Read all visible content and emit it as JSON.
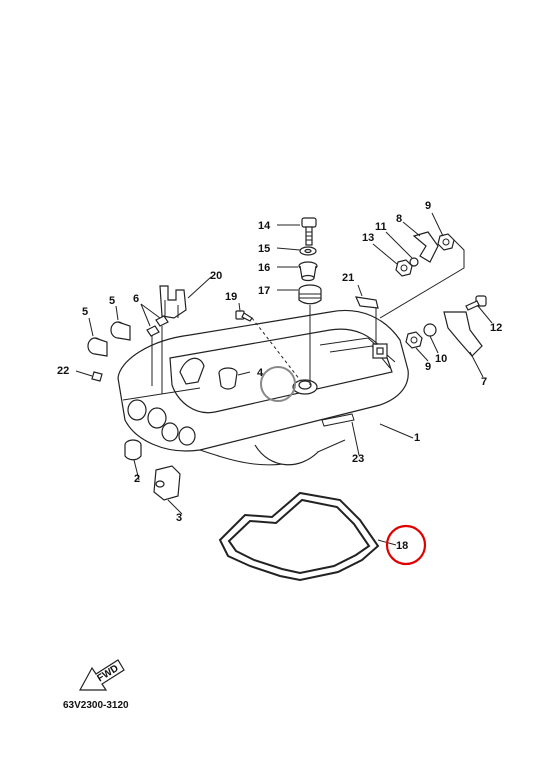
{
  "diagram": {
    "drawing_code": "63V2300-3120",
    "fwd_label": "FWD",
    "highlight_color": "#e00000",
    "callouts": {
      "c1": "1",
      "c2": "2",
      "c3": "3",
      "c4": "4",
      "c5a": "5",
      "c5b": "5",
      "c6": "6",
      "c7": "7",
      "c8": "8",
      "c9a": "9",
      "c9b": "9",
      "c10": "10",
      "c11": "11",
      "c12": "12",
      "c13": "13",
      "c14": "14",
      "c15": "15",
      "c16": "16",
      "c17": "17",
      "c18": "18",
      "c19": "19",
      "c20": "20",
      "c21": "21",
      "c22": "22",
      "c23": "23"
    }
  }
}
